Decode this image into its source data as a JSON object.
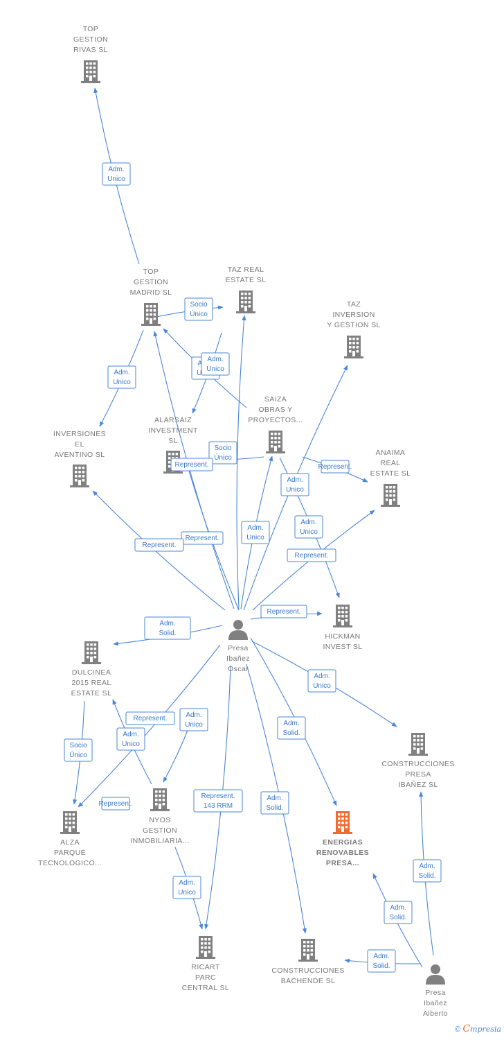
{
  "colors": {
    "edge": "#4a86d8",
    "company": "#808080",
    "highlight": "#f26a2e",
    "person": "#808080"
  },
  "nodes": [
    {
      "id": "top_rivas",
      "kind": "company",
      "label": [
        "TOP",
        "GESTION",
        "RIVAS  SL"
      ]
    },
    {
      "id": "top_madrid",
      "kind": "company",
      "label": [
        "TOP",
        "GESTION",
        "MADRID  SL"
      ]
    },
    {
      "id": "taz_real",
      "kind": "company",
      "label": [
        "TAZ REAL",
        "ESTATE  SL"
      ]
    },
    {
      "id": "taz_inv",
      "kind": "company",
      "label": [
        "TAZ",
        "INVERSION",
        "Y GESTION  SL"
      ]
    },
    {
      "id": "inv_aventino",
      "kind": "company",
      "label": [
        "INVERSIONES",
        "EL",
        "AVENTINO  SL"
      ]
    },
    {
      "id": "alarsaiz",
      "kind": "company",
      "label": [
        "ALARSAIZ",
        "INVESTMENT",
        "SL"
      ]
    },
    {
      "id": "saiza",
      "kind": "company",
      "label": [
        "SAIZA",
        "OBRAS Y",
        "PROYECTOS..."
      ]
    },
    {
      "id": "anaima",
      "kind": "company",
      "label": [
        "ANAIMA",
        "REAL",
        "ESTATE  SL"
      ]
    },
    {
      "id": "hickman",
      "kind": "company",
      "label": [
        "HICKMAN",
        "INVEST  SL"
      ]
    },
    {
      "id": "dulcinea",
      "kind": "company",
      "label": [
        "DULCINEA",
        "2015 REAL",
        "ESTATE  SL"
      ]
    },
    {
      "id": "construcciones_presa",
      "kind": "company",
      "label": [
        "CONSTRUCCIONES",
        "PRESA",
        "IBAÑEZ SL"
      ]
    },
    {
      "id": "alza",
      "kind": "company",
      "label": [
        "ALZA",
        "PARQUE",
        "TECNOLOGICO..."
      ]
    },
    {
      "id": "nyos",
      "kind": "company",
      "label": [
        "NYOS",
        "GESTION",
        "INMOBILIARIA..."
      ]
    },
    {
      "id": "energias",
      "kind": "company",
      "highlight": true,
      "label": [
        "ENERGIAS",
        "RENOVABLES",
        "PRESA..."
      ]
    },
    {
      "id": "ricart",
      "kind": "company",
      "label": [
        "RICART",
        "PARC",
        "CENTRAL SL"
      ]
    },
    {
      "id": "bachende",
      "kind": "company",
      "label": [
        "CONSTRUCCIONES",
        "BACHENDE SL"
      ]
    },
    {
      "id": "oscar",
      "kind": "person",
      "label": [
        "Presa",
        "Ibañez",
        "Oscar"
      ]
    },
    {
      "id": "alberto",
      "kind": "person",
      "label": [
        "Presa",
        "Ibañez",
        "Alberto"
      ]
    }
  ],
  "edge_labels": [
    [
      "Adm.",
      "Unico"
    ],
    [
      "Socio",
      "Único"
    ],
    [
      "Adm.",
      "Unico"
    ],
    [
      "Adm.",
      "Unico"
    ],
    [
      "Adm.",
      "Unico"
    ],
    [
      "Socio",
      "Único"
    ],
    [
      "Represent."
    ],
    [
      "Represent."
    ],
    [
      "Adm.",
      "Unico"
    ],
    [
      "Adm.",
      "Unico"
    ],
    [
      "Adm.",
      "Unico"
    ],
    [
      "Adm.",
      "Unico"
    ],
    [
      "Represent."
    ],
    [
      "Represent."
    ],
    [
      "Represent."
    ],
    [
      "Represent."
    ],
    [
      "Represent."
    ],
    [
      "Adm.",
      "Solid."
    ],
    [
      "Socio",
      "Único"
    ],
    [
      "Represent."
    ],
    [
      "Adm.",
      "Unico"
    ],
    [
      "Adm.",
      "Unico"
    ],
    [
      "Adm.",
      "Unico"
    ],
    [
      "Represent.",
      "143 RRM"
    ],
    [
      "Adm.",
      "Solid."
    ],
    [
      "Adm.",
      "Solid."
    ],
    [
      "Adm.",
      "Unico"
    ],
    [
      "Adm.",
      "Solid."
    ],
    [
      "Adm.",
      "Solid."
    ],
    [
      "Adm.",
      "Solid."
    ]
  ],
  "footer": {
    "copyright": "©",
    "brand_first": "C",
    "brand_rest": "mpresia"
  }
}
